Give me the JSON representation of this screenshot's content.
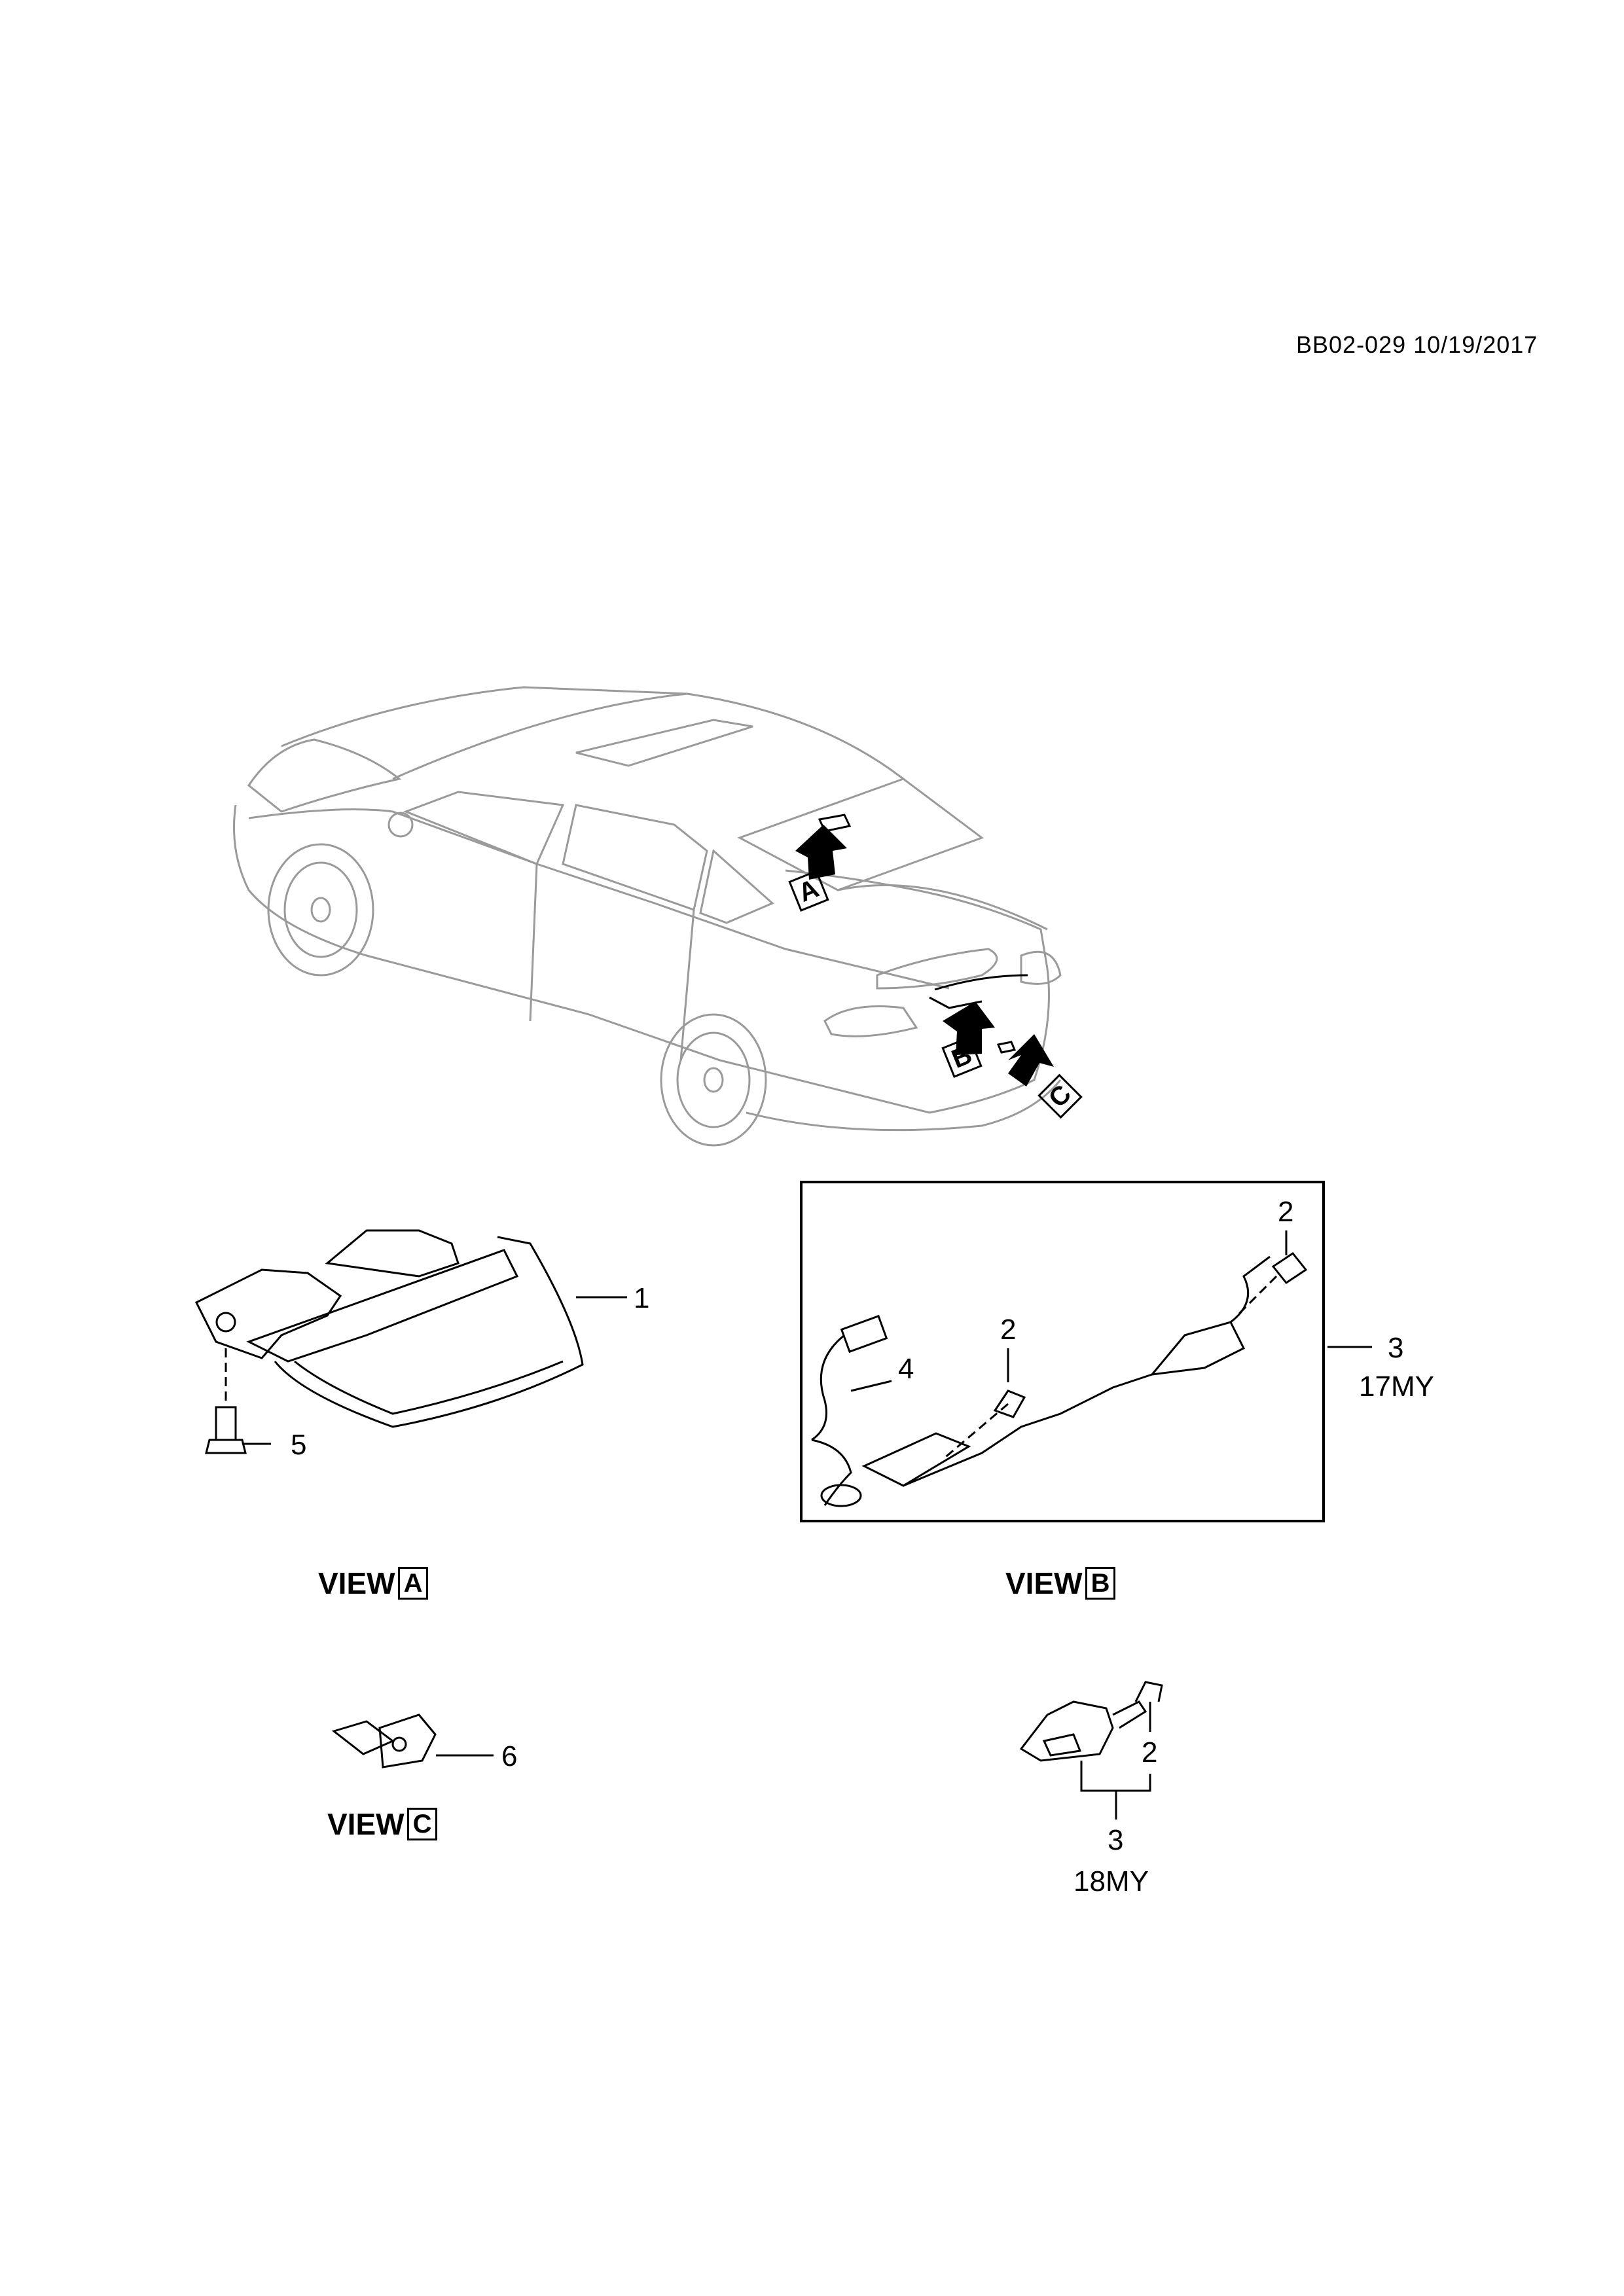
{
  "header": {
    "code": "BB02-029 10/19/2017"
  },
  "views": {
    "a": {
      "word": "VIEW",
      "letter": "A"
    },
    "b": {
      "word": "VIEW",
      "letter": "B"
    },
    "c": {
      "word": "VIEW",
      "letter": "C"
    }
  },
  "view_markers": {
    "a": "A",
    "b": "B",
    "c": "C"
  },
  "callouts": {
    "c1": "1",
    "c5": "5",
    "c2_right": "2",
    "c2_mid": "2",
    "c4": "4",
    "c3_17": "3",
    "c6": "6",
    "c2_18": "2",
    "c3_18": "3"
  },
  "model_years": {
    "my17": "17MY",
    "my18": "18MY"
  }
}
